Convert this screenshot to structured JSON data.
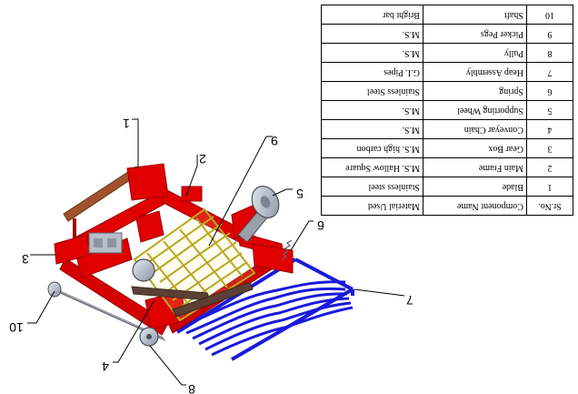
{
  "table": {
    "headers": [
      "Sr.No.",
      "Component Name",
      "Material Used"
    ],
    "rows": [
      [
        "1",
        "Blade",
        "Stainless steel"
      ],
      [
        "2",
        "Main Frame",
        "M.S. Hallow Square"
      ],
      [
        "3",
        "Gear Box",
        "M.S. high carbon"
      ],
      [
        "4",
        "Conveyar Chain",
        "M.S."
      ],
      [
        "5",
        "Supporting Wheel",
        "M.S."
      ],
      [
        "6",
        "Spring",
        "Stainless Steel"
      ],
      [
        "7",
        "Heap Assembly",
        "G.I. Pipes"
      ],
      [
        "8",
        "Pully",
        "M.S."
      ],
      [
        "9",
        "Picker Pegs",
        "M.S."
      ],
      [
        "10",
        "Shaft",
        "Bright bar"
      ]
    ]
  },
  "callouts": [
    "1",
    "2",
    "3",
    "4",
    "5",
    "6",
    "7",
    "8",
    "9",
    "10"
  ],
  "colors": {
    "frame": "#e00000",
    "frame_dark": "#a00000",
    "blade": "#a0522d",
    "conveyor": "#1a1adc",
    "pegs": "#f5f09a",
    "pegs_edge": "#b8a820",
    "shaft": "#9aa0a8",
    "wheel": "#c0c8d4"
  }
}
